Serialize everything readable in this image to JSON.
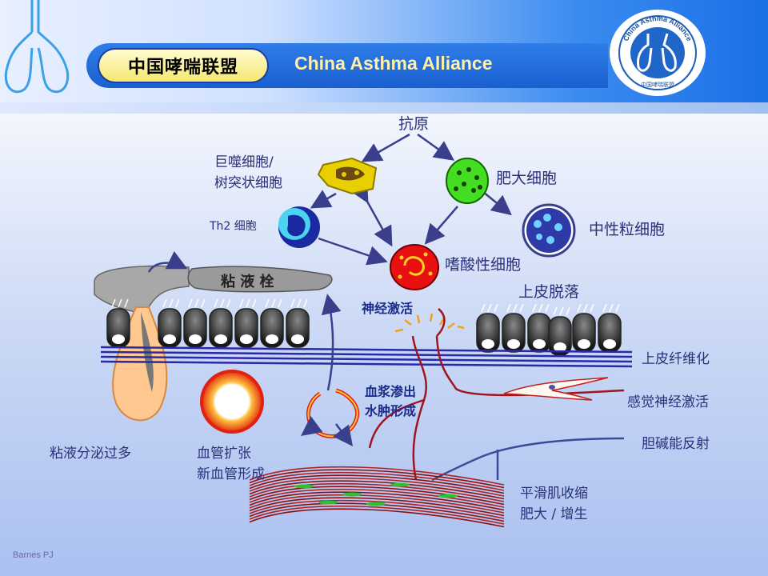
{
  "header": {
    "cn_title": "中国哮喘联盟",
    "en_title": "China Asthma Alliance",
    "logo_ring_text": "China Asthma Alliance",
    "logo_bottom_text": "中国哮喘联盟"
  },
  "labels": {
    "antigen": "抗原",
    "macrophage_line1": "巨噬细胞/",
    "macrophage_line2": "树突状细胞",
    "mast_cell": "肥大细胞",
    "th2": "Th2 细胞",
    "neutrophil": "中性粒细胞",
    "eosinophil": "嗜酸性细胞",
    "mucus_plug": "粘 液 栓",
    "nerve_activation": "神经激活",
    "epithelial_shedding": "上皮脱落",
    "subepithelial_fibrosis": "上皮纤维化",
    "plasma_exudation_line1": "血浆渗出",
    "plasma_exudation_line2": "水肿形成",
    "sensory_nerve": "感觉神经激活",
    "mucus_hypersecretion": "粘液分泌过多",
    "vasodilation_line1": "血管扩张",
    "vasodilation_line2": "新血管形成",
    "cholinergic_reflex": "胆碱能反射",
    "smooth_muscle_line1": "平滑肌收缩",
    "smooth_muscle_line2": "肥大 / 增生"
  },
  "footer": {
    "credit": "Barnes PJ"
  },
  "colors": {
    "arrow": "#3a3f8c",
    "nerve": "#a0141e",
    "title_bar": "#1a5fd0",
    "title_text_en": "#fff1a8"
  }
}
